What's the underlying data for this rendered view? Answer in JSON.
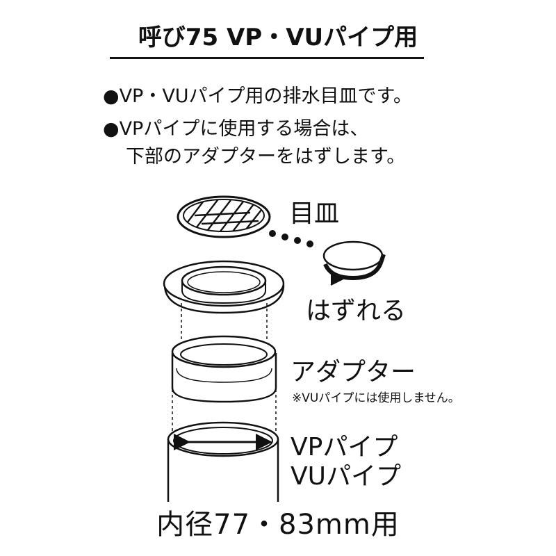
{
  "title": "呼び75 VP・VUパイプ用",
  "bullets": [
    {
      "marker": "●",
      "text": "VP・VUパイプ用の排水目皿です。"
    },
    {
      "marker": "●",
      "text": "VPパイプに使用する場合は、"
    }
  ],
  "bullet_continuation": "下部のアダプターをはずします。",
  "labels": {
    "strainer": "目皿",
    "removable": "はずれる",
    "adapter": "アダプター",
    "adapter_note": "※VUパイプには使用しません。",
    "vp_pipe": "VPパイプ",
    "vu_pipe": "VUパイプ"
  },
  "bottom_caption": "内径77・83mm用",
  "icons": [
    "strainer-grate-icon",
    "rotate-arrow-icon",
    "flange-ring-icon",
    "adapter-ring-icon",
    "pipe-icon",
    "diameter-arrow-icon"
  ]
}
